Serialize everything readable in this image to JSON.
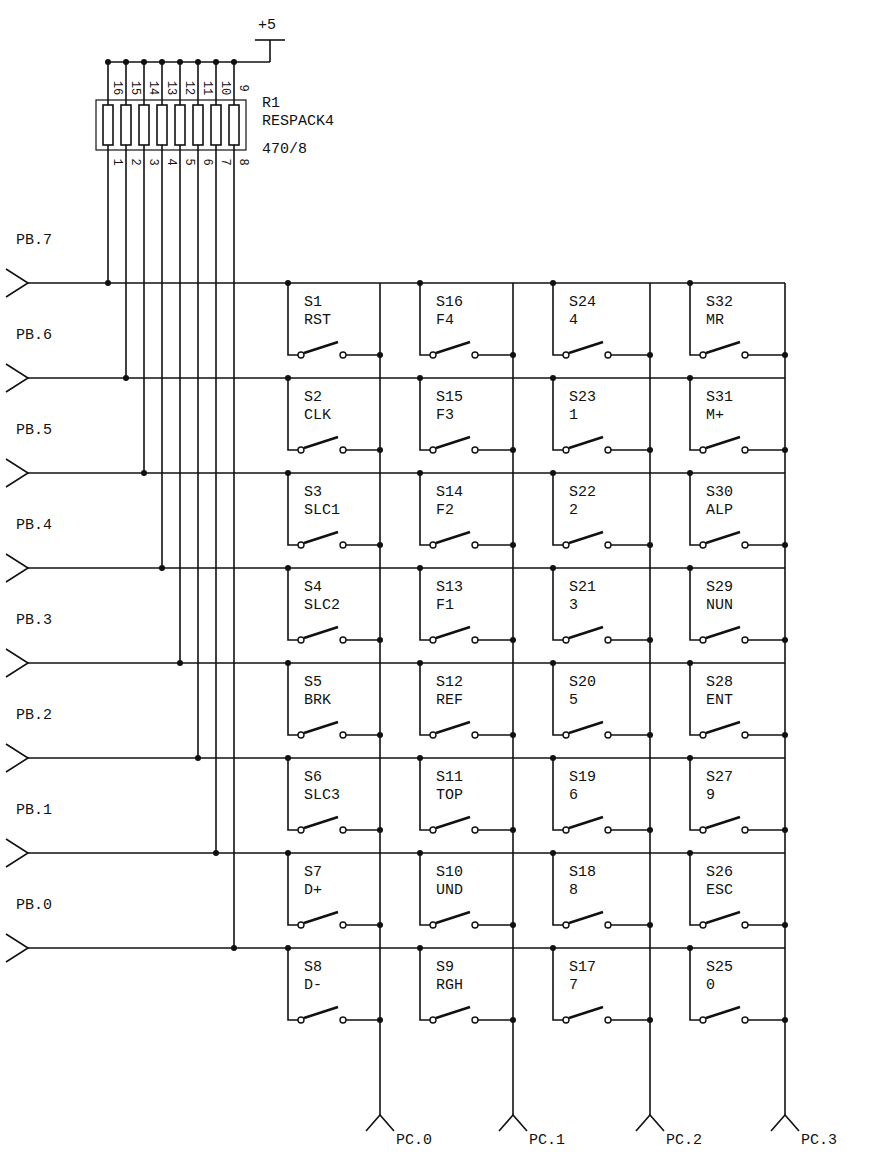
{
  "diagram": {
    "labels": [
      "+5",
      "16",
      "15",
      "14",
      "13",
      "12",
      "11",
      "10",
      "9",
      "1",
      "2",
      "3",
      "4",
      "5",
      "6",
      "7",
      "8",
      "R1",
      "RESPACK4",
      "470/8",
      "PB.7",
      "PB.6",
      "PB.5",
      "PB.4",
      "PB.3",
      "PB.2",
      "PB.1",
      "PB.0",
      "PC.0",
      "PC.1",
      "PC.2",
      "PC.3",
      "S1",
      "RST",
      "S2",
      "CLK",
      "S3",
      "SLC1",
      "S4",
      "SLC2",
      "S5",
      "BRK",
      "S6",
      "SLC3",
      "S7",
      "D+",
      "S8",
      "D-",
      "S9",
      "RGH",
      "S10",
      "UND",
      "S11",
      "TOP",
      "S12",
      "REF",
      "S13",
      "F1",
      "S14",
      "F2",
      "S15",
      "F3",
      "S16",
      "F4",
      "S17",
      "7",
      "S18",
      "8",
      "S19",
      "6",
      "S20",
      "5",
      "S21",
      "3",
      "S22",
      "2",
      "S23",
      "1",
      "S24",
      "4",
      "S25",
      "0",
      "S26",
      "ESC",
      "S27",
      "9",
      "S28",
      "ENT",
      "S29",
      "NUN",
      "S30",
      "ALP",
      "S31",
      "M+",
      "S32",
      "MR"
    ]
  }
}
